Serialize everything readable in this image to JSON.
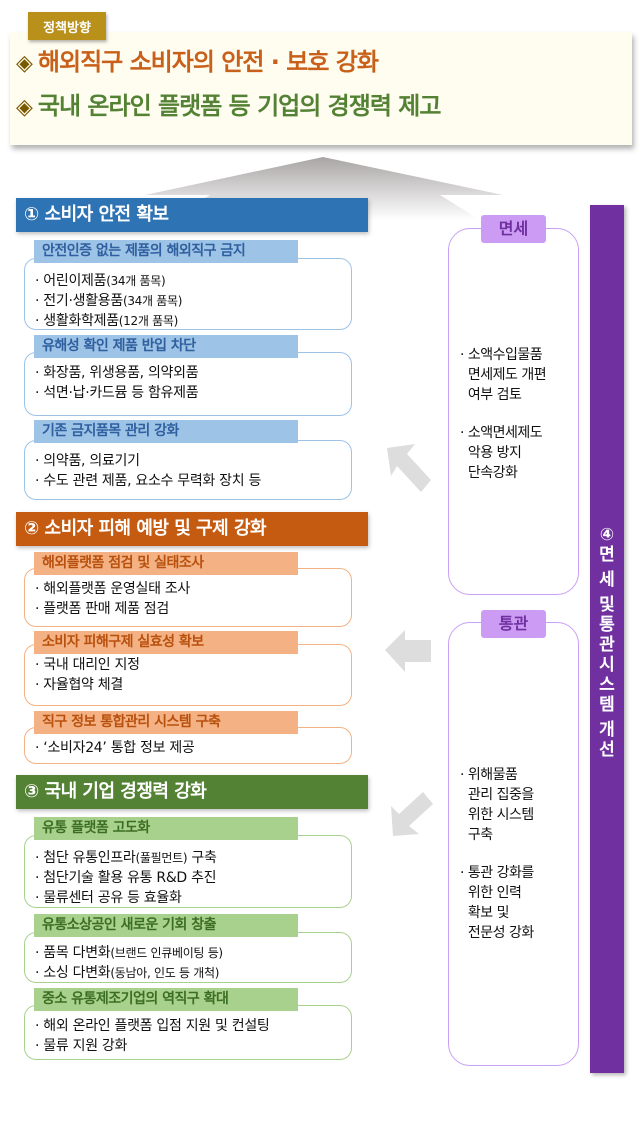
{
  "policy": {
    "badge": "정책방향",
    "lines": [
      "해외직구 소비자의 안전 · 보호 강화",
      "국내 온라인 플랫폼 등 기업의 경쟁력 제고"
    ],
    "bullet": "◈"
  },
  "sections": [
    {
      "title": "① 소비자 안전 확보",
      "color": "#2e74b5",
      "groups": [
        {
          "title": "안전인증 없는 제품의 해외직구 금지",
          "items": [
            [
              "· 어린이제품",
              "(34개 품목)"
            ],
            [
              "· 전기·생활용품",
              "(34개 품목)"
            ],
            [
              "· 생활화학제품",
              "(12개 품목)"
            ]
          ]
        },
        {
          "title": "유해성 확인 제품 반입 차단",
          "items": [
            [
              "· 화장품, 위생용품, 의약외품",
              ""
            ],
            [
              "· 석면·납·카드뮴 등 함유제품",
              ""
            ]
          ]
        },
        {
          "title": "기존 금지품목 관리 강화",
          "items": [
            [
              "· 의약품, 의료기기",
              ""
            ],
            [
              "· 수도 관련 제품, 요소수 무력화 장치 등",
              ""
            ]
          ]
        }
      ]
    },
    {
      "title": "② 소비자 피해 예방 및 구제 강화",
      "color": "#c55a11",
      "groups": [
        {
          "title": "해외플랫폼 점검 및 실태조사",
          "items": [
            [
              "· 해외플랫폼 운영실태 조사",
              ""
            ],
            [
              "· 플랫폼 판매 제품 점검",
              ""
            ]
          ]
        },
        {
          "title": "소비자 피해구제 실효성 확보",
          "items": [
            [
              "· 국내 대리인 지정",
              ""
            ],
            [
              "· 자율협약 체결",
              ""
            ]
          ]
        },
        {
          "title": "직구 정보 통합관리 시스템 구축",
          "items": [
            [
              "· ‘소비자24’ 통합 정보 제공",
              ""
            ]
          ]
        }
      ]
    },
    {
      "title": "③ 국내  기업 경쟁력 강화",
      "color": "#548235",
      "groups": [
        {
          "title": "유통 플랫폼 고도화",
          "items": [
            [
              "· 첨단 유통인프라",
              "(풀필먼트)",
              " 구축"
            ],
            [
              "· 첨단기술 활용 유통 R&D 추진",
              ""
            ],
            [
              "· 물류센터 공유 등 효율화",
              ""
            ]
          ]
        },
        {
          "title": "유통소상공인 새로운 기회 창출",
          "items": [
            [
              "· 품목 다변화",
              "(브랜드 인큐베이팅 등)"
            ],
            [
              "· 소싱 다변화",
              "(동남아, 인도 등 개척)"
            ]
          ]
        },
        {
          "title": "중소 유통제조기업의 역직구 확대",
          "items": [
            [
              "· 해외 온라인 플랫폼 입점 지원 및 컨설팅",
              ""
            ],
            [
              "· 물류 지원 강화",
              ""
            ]
          ]
        }
      ]
    }
  ],
  "right": {
    "dutyfree": {
      "label": "면세",
      "items": [
        [
          "· 소액수입물품",
          "면세제도 개편",
          "여부 검토"
        ],
        [
          "· 소액면세제도",
          "악용 방지",
          "단속강화"
        ]
      ]
    },
    "customs": {
      "label": "통관",
      "items": [
        [
          "· 위해물품",
          "관리 집중을",
          "위한 시스템",
          "구축"
        ],
        [
          "· 통관 강화를",
          "위한 인력",
          "확보 및",
          "전문성 강화"
        ]
      ]
    },
    "bar": "④면세및통관시스템개선",
    "purple": "#7030a0"
  }
}
